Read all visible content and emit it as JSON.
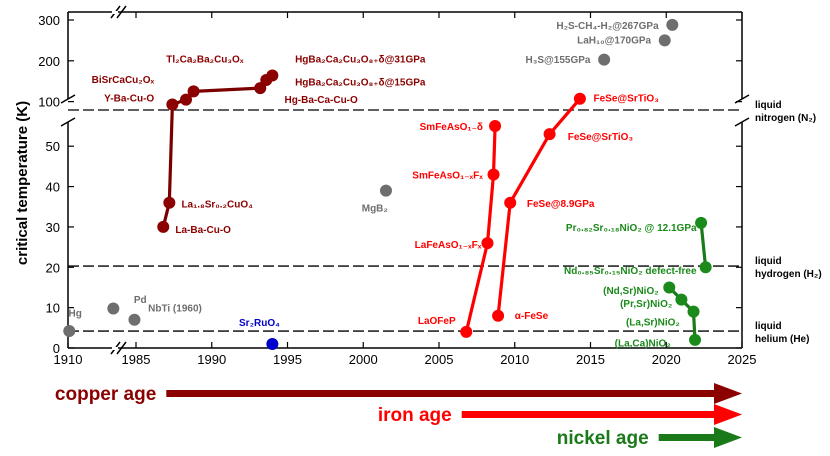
{
  "chart_data": {
    "type": "scatter",
    "ylabel": "critical temperature (K)",
    "x_ticks": [
      1910,
      1985,
      1990,
      1995,
      2000,
      2005,
      2010,
      2015,
      2020,
      2025
    ],
    "y_ticks_lower": [
      0,
      10,
      20,
      30,
      40,
      50
    ],
    "y_ticks_upper": [
      100,
      200,
      300
    ],
    "reference_lines": [
      {
        "name": "liquid helium (He)",
        "line1": "liquid",
        "line2": "helium (He)",
        "tc": 4.2,
        "color": "#000000"
      },
      {
        "name": "liquid hydrogen (H2)",
        "line1": "liquid",
        "line2": "hydrogen (H₂)",
        "tc": 20.3,
        "color": "#000000"
      },
      {
        "name": "liquid nitrogen (N2)",
        "line1": "liquid",
        "line2": "nitrogen (N₂)",
        "tc": 77,
        "color": "#000000"
      }
    ],
    "families": [
      {
        "key": "cuprate",
        "color": "#8b0000",
        "line_color": "#7a0000"
      },
      {
        "key": "iron",
        "color": "#ff0000",
        "line_color": "#ff0000"
      },
      {
        "key": "nickel",
        "color": "#1a8a1a",
        "line_color": "#1a7a1a"
      },
      {
        "key": "other",
        "color": "#6e6e6e"
      },
      {
        "key": "ruthenate",
        "color": "#0000cc"
      }
    ],
    "connected_series": [
      {
        "family": "cuprate",
        "points": [
          [
            1986.8,
            30
          ],
          [
            1987.2,
            36
          ],
          [
            1987.4,
            93
          ],
          [
            1988.3,
            105
          ],
          [
            1988.8,
            125
          ],
          [
            1993.2,
            133
          ],
          [
            1993.6,
            153
          ],
          [
            1994.0,
            164
          ]
        ]
      },
      {
        "family": "iron",
        "points": [
          [
            2006.8,
            4
          ],
          [
            2008.2,
            26
          ],
          [
            2008.6,
            43
          ],
          [
            2008.7,
            55
          ]
        ]
      },
      {
        "family": "iron",
        "points": [
          [
            2008.9,
            8
          ],
          [
            2009.7,
            36
          ],
          [
            2012.3,
            53
          ],
          [
            2014.3,
            107
          ]
        ]
      },
      {
        "family": "nickel",
        "points": [
          [
            2020.2,
            15
          ],
          [
            2021.0,
            12
          ],
          [
            2021.8,
            9
          ],
          [
            2021.9,
            2
          ]
        ]
      },
      {
        "family": "nickel",
        "points": [
          [
            2022.3,
            31
          ],
          [
            2022.6,
            20
          ]
        ]
      }
    ],
    "points": [
      {
        "x": 1911.4,
        "tc": 4.2,
        "family": "other",
        "label": "Hg"
      },
      {
        "x": 1983.3,
        "tc": 7,
        "family": "other",
        "label": "Pd"
      },
      {
        "x": 1960,
        "tc": 9.8,
        "family": "other",
        "label": "NbTi (1960)"
      },
      {
        "x": 1994.0,
        "tc": 1,
        "family": "ruthenate",
        "label": "Sr₂RuO₄"
      },
      {
        "x": 2001.5,
        "tc": 39,
        "family": "other",
        "label": "MgB₂"
      },
      {
        "x": 2015.9,
        "tc": 203,
        "family": "other",
        "label": "H₃S@155GPa"
      },
      {
        "x": 2019.9,
        "tc": 250,
        "family": "other",
        "label": "LaH₁₀@170GPa"
      },
      {
        "x": 2020.4,
        "tc": 288,
        "family": "other",
        "label": "H₂S-CH₄-H₂@267GPa"
      }
    ],
    "labels": [
      {
        "text": "Hg",
        "x": 1910.6,
        "tc": 7.8,
        "family": "other",
        "anchor": "start"
      },
      {
        "text": "Pd",
        "x": 1982.6,
        "tc": 11.2,
        "family": "other",
        "anchor": "start"
      },
      {
        "text": "NbTi (1960)",
        "x": 1985.8,
        "tc": 9.0,
        "family": "other",
        "anchor": "start"
      },
      {
        "text": "La-Ba-Cu-O",
        "x": 1987.6,
        "tc": 28.5,
        "family": "cuprate",
        "anchor": "start"
      },
      {
        "text": "La₁.₈Sr₀.₂CuO₄",
        "x": 1988.0,
        "tc": 34.8,
        "family": "cuprate",
        "anchor": "start"
      },
      {
        "text": "Y-Ba-Cu-O",
        "x": 1986.2,
        "tc": 100,
        "family": "cuprate",
        "anchor": "end"
      },
      {
        "text": "BiSrCaCu₂Oₓ",
        "x": 1986.2,
        "tc": 146,
        "family": "cuprate",
        "anchor": "end"
      },
      {
        "text": "Tl₂Ca₂Ba₂Cu₃Oₓ",
        "x": 1987.0,
        "tc": 196,
        "family": "cuprate",
        "anchor": "start"
      },
      {
        "text": "HgBa₂Ca₂Cu₃O₈₊δ@31GPa",
        "x": 1995.5,
        "tc": 196,
        "family": "cuprate",
        "anchor": "start"
      },
      {
        "text": "HgBa₂Ca₂Cu₃O₈₊δ@15GPa",
        "x": 1995.5,
        "tc": 140,
        "family": "cuprate",
        "anchor": "start"
      },
      {
        "text": "Hg-Ba-Ca-Cu-O",
        "x": 1994.8,
        "tc": 97,
        "family": "cuprate",
        "anchor": "start"
      },
      {
        "text": "Sr₂RuO₄",
        "x": 1991.8,
        "tc": 5.5,
        "family": "ruthenate",
        "anchor": "start"
      },
      {
        "text": "MgB₂",
        "x": 1999.9,
        "tc": 33.8,
        "family": "other",
        "anchor": "start"
      },
      {
        "text": "LaOFeP",
        "x": 2006.1,
        "tc": 6.0,
        "family": "iron",
        "anchor": "end"
      },
      {
        "text": "LaFeAsO₁₋ₓFₓ",
        "x": 2007.8,
        "tc": 24.8,
        "family": "iron",
        "anchor": "end"
      },
      {
        "text": "SmFeAsO₁₋ₓFₓ",
        "x": 2007.9,
        "tc": 42,
        "family": "iron",
        "anchor": "end"
      },
      {
        "text": "SmFeAsO₁₋δ",
        "x": 2007.9,
        "tc": 54,
        "family": "iron",
        "anchor": "end"
      },
      {
        "text": "α-FeSe",
        "x": 2010.0,
        "tc": 7.2,
        "family": "iron",
        "anchor": "start"
      },
      {
        "text": "FeSe@8.9GPa",
        "x": 2010.8,
        "tc": 35,
        "family": "iron",
        "anchor": "start"
      },
      {
        "text": "FeSe@SrTiO₃",
        "x": 2013.5,
        "tc": 51.5,
        "family": "iron",
        "anchor": "start"
      },
      {
        "text": "FeSe@SrTiO₃",
        "x": 2015.2,
        "tc": 100,
        "family": "iron",
        "anchor": "start"
      },
      {
        "text": "H₃S@155GPa",
        "x": 2015.0,
        "tc": 195,
        "family": "other",
        "anchor": "end"
      },
      {
        "text": "LaH₁₀@170GPa",
        "x": 2019.0,
        "tc": 243,
        "family": "other",
        "anchor": "end"
      },
      {
        "text": "H₂S-CH₄-H₂@267GPa",
        "x": 2019.5,
        "tc": 278,
        "family": "other",
        "anchor": "end"
      },
      {
        "text": "Pr₀.₈₂Sr₀.₁₈NiO₂ @ 12.1GPa",
        "x": 2022.0,
        "tc": 29.0,
        "family": "nickel",
        "anchor": "end"
      },
      {
        "text": "Nd₀.₈₅Sr₀.₁₅NiO₂ defect-free",
        "x": 2022.0,
        "tc": 18.3,
        "family": "nickel",
        "anchor": "end"
      },
      {
        "text": "(Nd,Sr)NiO₂",
        "x": 2019.5,
        "tc": 13.4,
        "family": "nickel",
        "anchor": "end"
      },
      {
        "text": "(Pr,Sr)NiO₂",
        "x": 2020.4,
        "tc": 10.1,
        "family": "nickel",
        "anchor": "end"
      },
      {
        "text": "(La,Sr)NiO₂",
        "x": 2020.9,
        "tc": 5.6,
        "family": "nickel",
        "anchor": "end"
      },
      {
        "text": "(La,Ca)NiO₂",
        "x": 2020.3,
        "tc": 0.4,
        "family": "nickel",
        "anchor": "end"
      }
    ],
    "ages": [
      {
        "name": "copper age",
        "color": "#8b0000",
        "start": 1987.0
      },
      {
        "name": "iron age",
        "color": "#ff0000",
        "start": 2006.5
      },
      {
        "name": "nickel age",
        "color": "#1a7a1a",
        "start": 2019.5
      }
    ]
  }
}
